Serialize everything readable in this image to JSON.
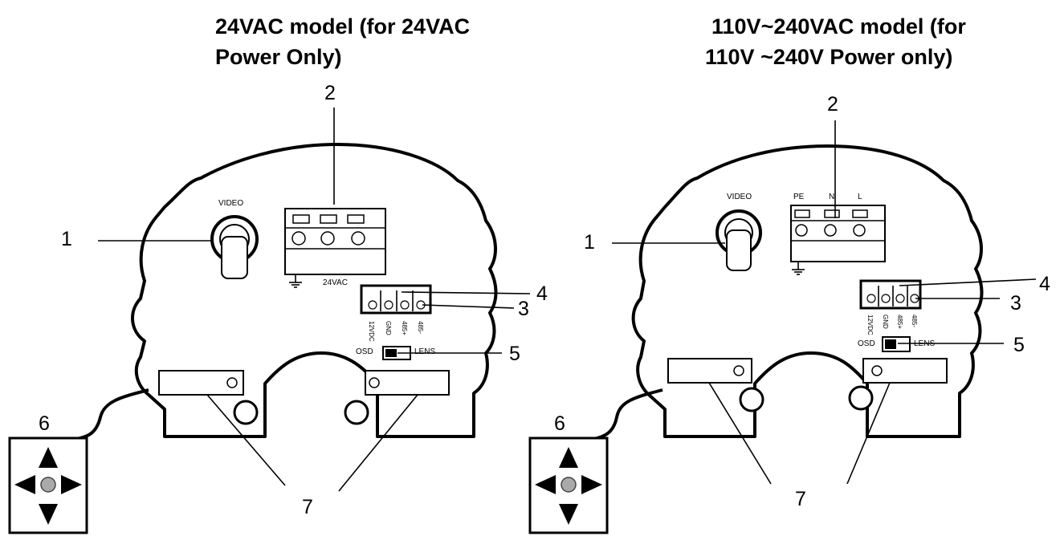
{
  "left": {
    "title_line1": "24VAC model (for 24VAC",
    "title_line2": "Power Only)",
    "video_label": "VIDEO",
    "power_label": "24VAC",
    "term_12vdc": "12VDC",
    "term_gnd": "GND",
    "term_485p": "485+",
    "term_485m": "485-",
    "osd_label": "OSD",
    "lens_label": "LENS",
    "callouts": [
      "1",
      "2",
      "3",
      "4",
      "5",
      "6",
      "7"
    ]
  },
  "right": {
    "title_line1": "110V~240VAC model (for",
    "title_line2": "110V ~240V Power only)",
    "video_label": "VIDEO",
    "pe_label": "PE",
    "n_label": "N",
    "l_label": "L",
    "term_12vdc": "12VDC",
    "term_gnd": "GND",
    "term_485p": "485+",
    "term_485m": "485-",
    "osd_label": "OSD",
    "lens_label": "LENS",
    "callouts": [
      "1",
      "2",
      "3",
      "4",
      "5",
      "6",
      "7"
    ]
  }
}
